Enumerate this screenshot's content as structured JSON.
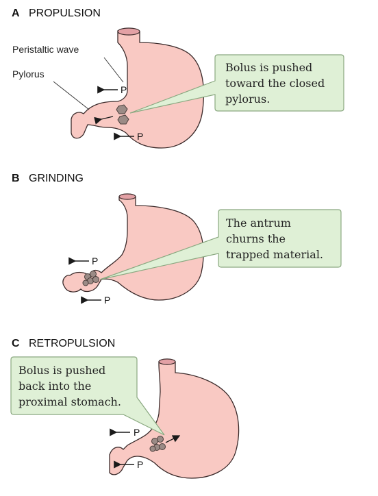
{
  "panels": [
    {
      "letter": "A",
      "title": "PROPULSION",
      "labels": [
        "Peristaltic wave",
        "Pylorus"
      ],
      "callout": [
        "Bolus is pushed",
        "toward the closed",
        "pylorus."
      ],
      "p_marker": "P"
    },
    {
      "letter": "B",
      "title": "GRINDING",
      "callout": [
        "The antrum",
        "churns the",
        "trapped material."
      ],
      "p_marker": "P"
    },
    {
      "letter": "C",
      "title": "RETROPULSION",
      "callout": [
        "Bolus is pushed",
        "back into the",
        "proximal stomach."
      ],
      "p_marker": "P"
    }
  ],
  "colors": {
    "stomach": "#f9c9c3",
    "callout_fill": "#dff0d6",
    "callout_border": "#8aa880",
    "bolus": "#9b8b86"
  }
}
